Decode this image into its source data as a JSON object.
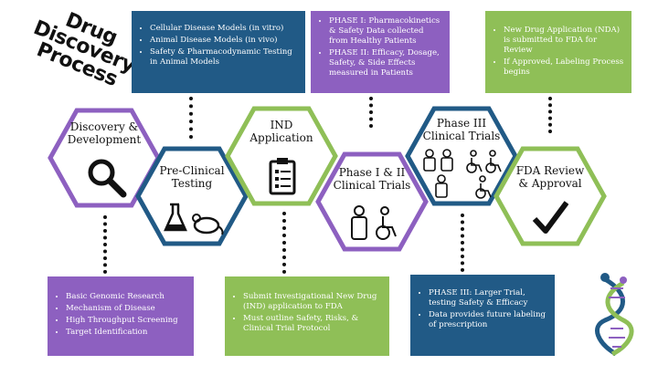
{
  "title": {
    "line1": "Drug",
    "line2": "Discovery",
    "line3": "Process"
  },
  "colors": {
    "blue": "#215a86",
    "purple": "#8d60c0",
    "green": "#8fbf57"
  },
  "stages": [
    {
      "label_line1": "Discovery &",
      "label_line2": "Development",
      "icon": "magnifier-icon"
    },
    {
      "label_line1": "Pre-Clinical",
      "label_line2": "Testing",
      "icon": "flask-and-mouse-icon"
    },
    {
      "label_line1": "IND",
      "label_line2": "Application",
      "icon": "clipboard-icon"
    },
    {
      "label_line1": "Phase I & II",
      "label_line2": "Clinical Trials",
      "icon": "patients-icon"
    },
    {
      "label_line1": "Phase III",
      "label_line2": "Clinical Trials",
      "icon": "patient-group-icon"
    },
    {
      "label_line1": "FDA Review",
      "label_line2": "& Approval",
      "icon": "checkmark-icon"
    }
  ],
  "boxes": {
    "preclinical": [
      "Cellular Disease Models (in vitro)",
      "Animal Disease Models (in vivo)",
      "Safety & Pharmacodynamic Testing in Animal Models"
    ],
    "phase12": [
      "PHASE I: Pharmacokinetics & Safety Data collected from Healthy Patients",
      "PHASE II: Efficacy, Dosage, Safety, & Side Effects measured in  Patients"
    ],
    "fda": [
      "New Drug Application (NDA) is submitted to FDA for Review",
      "If Approved, Labeling Process begins"
    ],
    "discovery": [
      "Basic  Genomic Research",
      "Mechanism of Disease",
      "High Throughput Screening",
      "Target Identification"
    ],
    "ind": [
      "Submit Investigational New Drug (IND) application to FDA",
      "Must outline Safety, Risks, & Clinical Trial Protocol"
    ],
    "phase3": [
      "PHASE III: Larger Trial, testing Safety & Efficacy",
      "Data provides future labeling of prescription"
    ]
  }
}
